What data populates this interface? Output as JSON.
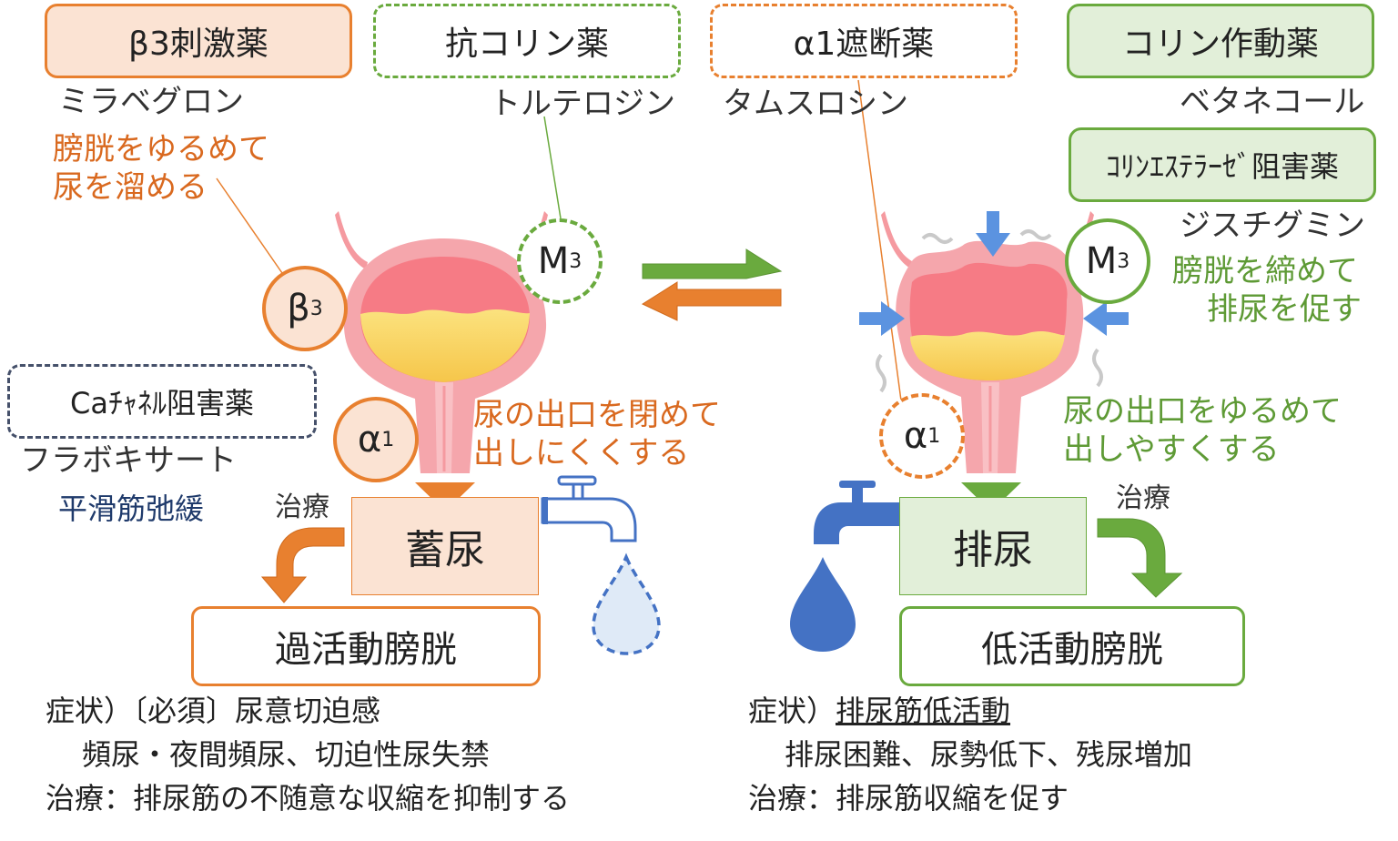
{
  "drugs": {
    "beta3_agonist": "β3刺激薬",
    "anticholinergic": "抗コリン薬",
    "alpha1_blocker": "α1遮断薬",
    "cholinergic": "コリン作動薬",
    "cholinesterase_inhibitor": "ｺﾘﾝｴｽﾃﾗｰｾﾞ阻害薬",
    "ca_channel_blocker": "Caﾁｬﾈﾙ阻害薬"
  },
  "drug_examples": {
    "mirabegron": "ミラベグロン",
    "tolterodine": "トルテロジン",
    "tamsulosin": "タムスロシン",
    "bethanechol": "ベタネコール",
    "distigmine": "ジスチグミン",
    "flavoxate": "フラボキサート"
  },
  "notes": {
    "relax_bladder_1": "膀胱をゆるめて",
    "relax_bladder_2": "尿を溜める",
    "contract_bladder_1": "膀胱を締めて",
    "contract_bladder_2": "排尿を促す",
    "close_outlet_1": "尿の出口を閉めて",
    "close_outlet_2": "出しにくくする",
    "open_outlet_1": "尿の出口をゆるめて",
    "open_outlet_2": "出しやすくする",
    "smooth_muscle": "平滑筋弛緩",
    "treatment_left": "治療",
    "treatment_right": "治療"
  },
  "receptors": {
    "beta3": "β",
    "beta3_sub": "3",
    "m3_left": "M",
    "m3_left_sub": "3",
    "m3_right": "M",
    "m3_right_sub": "3",
    "alpha1_left": "α",
    "alpha1_left_sub": "1",
    "alpha1_right": "α",
    "alpha1_right_sub": "1"
  },
  "states": {
    "storage": "蓄尿",
    "voiding": "排尿",
    "overactive": "過活動膀胱",
    "underactive": "低活動膀胱"
  },
  "left_summary": {
    "line1": "症状）〔必須〕尿意切迫感",
    "line2": "頻尿・夜間頻尿、切迫性尿失禁",
    "line3": "治療：排尿筋の不随意な収縮を抑制する"
  },
  "right_summary": {
    "line1_prefix": "症状）",
    "line1_underlined": "排尿筋低活動",
    "line2": "排尿困難、尿勢低下、残尿増加",
    "line3": "治療：排尿筋収縮を促す"
  },
  "colors": {
    "orange": "#e8802f",
    "green": "#6aaa3e",
    "navy": "#45506a",
    "blue": "#4472c4",
    "bladder_pink": "#f4a3a8",
    "urine_yellow": "#f8cf55"
  }
}
